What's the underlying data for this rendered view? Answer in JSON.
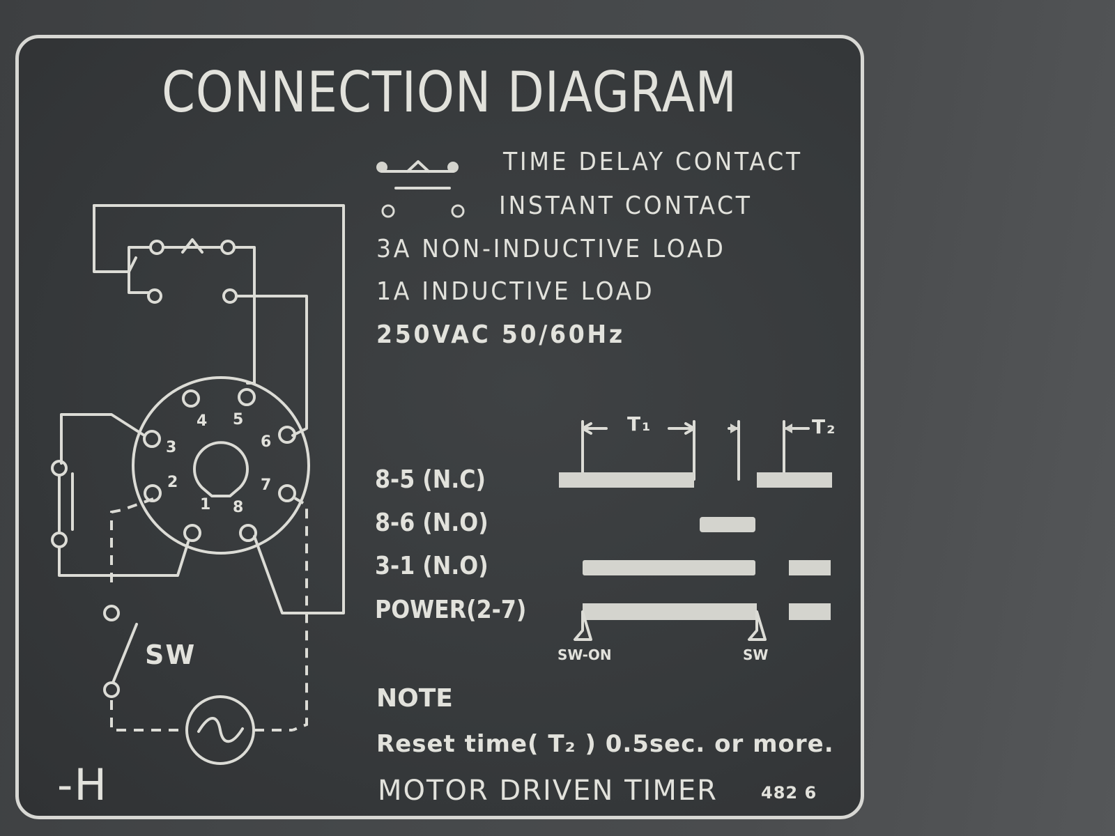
{
  "title": "CONNECTION DIAGRAM",
  "legend": {
    "time_delay_contact": "TIME DELAY CONTACT",
    "instant_contact": "INSTANT CONTACT"
  },
  "ratings": {
    "non_inductive": "3A NON-INDUCTIVE LOAD",
    "inductive": "1A INDUCTIVE LOAD",
    "voltage": "250VAC 50/60Hz"
  },
  "timing": {
    "t1_label": "T₁",
    "t2_label": "T₂",
    "rows": [
      "8-5 (N.C)",
      "8-6 (N.O)",
      "3-1 (N.O)",
      "POWER(2-7)"
    ],
    "sw_on": "SW-ON",
    "sw_off": "SW"
  },
  "pins": [
    "1",
    "2",
    "3",
    "4",
    "5",
    "6",
    "7",
    "8"
  ],
  "switch_label": "SW",
  "note": {
    "heading": "NOTE",
    "text": "Reset time( T₂ ) 0.5sec. or more."
  },
  "footer": {
    "product": "MOTOR DRIVEN TIMER",
    "code": "482 6",
    "suffix": "-H"
  },
  "colors": {
    "plate": "#36393b",
    "print": "#dcdcd6"
  }
}
